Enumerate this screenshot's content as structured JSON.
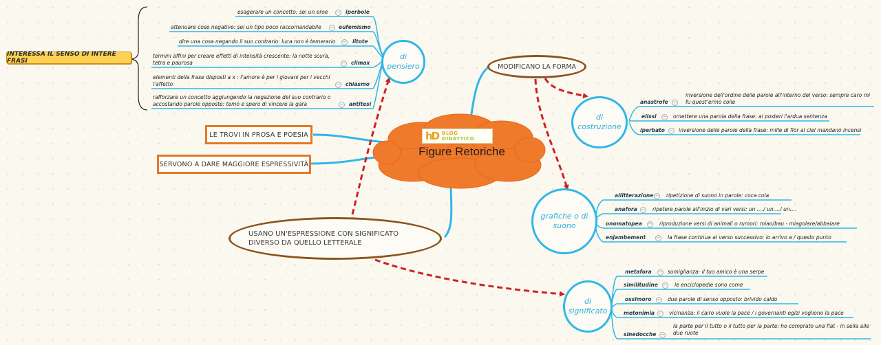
{
  "center": {
    "title": "Figure Retoriche",
    "logo_mark": "hD",
    "logo_line1": "BLOG",
    "logo_line2": "DIDATTICO"
  },
  "nodes": {
    "di_pensiero": "di pensiero",
    "modificano_forma": "MODIFICANO LA FORMA",
    "di_costruzione": "di costruzione",
    "grafiche_suono": "grafiche o di suono",
    "di_significato": "di significato",
    "usano": "USANO UN'ESPRESSIONE CON SIGNIFICATO DIVERSO DA QUELLO LETTERALE",
    "prosa_poesia": "LE TROVI IN PROSA E POESIA",
    "espressivita": "SERVONO A DARE MAGGIORE ESPRESSIVITÀ",
    "interessa": "INTERESSA IL SENSO DI INTERE FRASI"
  },
  "pensiero_items": [
    {
      "term": "iperbole",
      "desc": "esagerare un concetto: sei un eroe"
    },
    {
      "term": "eufemismo",
      "desc": "attenuare cose negative: sei un tipo poco raccomandabile"
    },
    {
      "term": "litote",
      "desc": "dire una cosa negando il suo contrario: luca non è temerario"
    },
    {
      "term": "climax",
      "desc": "termini affini per creare effetti di intensità crescente: la notte scura, tetra e paurosa"
    },
    {
      "term": "chiasmo",
      "desc": "elementi della frase disposti a x : l'amore è per i giovani per i  vecchi l'affetto"
    },
    {
      "term": "antitesi",
      "desc": "rafforzare un concetto aggiungendo la negazione del suo contrario o accostando parole opposte: temo e spero di vincere la gara"
    }
  ],
  "costruzione_items": [
    {
      "term": "anastrofe",
      "desc": "inversione dell'ordine delle parole all'interno del verso: sempre caro mi fu quest'ermo colle"
    },
    {
      "term": "elissi",
      "desc": "omettere una parola della frase: ai posteri l'ardua sentenza"
    },
    {
      "term": "iperbato",
      "desc": "inversione delle parole della frase: mille di fior al ciel mandano incensi"
    }
  ],
  "suono_items": [
    {
      "term": "allitterazione",
      "desc": "ripetizione di suono in parole: coca cola"
    },
    {
      "term": "anafora",
      "desc": "ripetere parole all'inizio di vari versi:    un ..../ un..../ un...."
    },
    {
      "term": "onomatopea",
      "desc": "riproduzione versi di animali o rumori: miao/bau - miagolare/abbaiare"
    },
    {
      "term": "enjambement",
      "desc": "la frase continua al verso successivo: io arrivo a / questo punto"
    }
  ],
  "significato_items": [
    {
      "term": "metafora",
      "desc": "somiglianza: il tuo amico è una serpe"
    },
    {
      "term": "similitudine",
      "desc": "le enciclopedie sono come"
    },
    {
      "term": "ossimoro",
      "desc": "due parole di senso opposto: brivido caldo"
    },
    {
      "term": "metonimia",
      "desc": "vicinanza: il cairo vuole la pace / i governanti egizi vogliono la pace"
    },
    {
      "term": "sinedocche",
      "desc": "la parte per il tutto o il tutto per la parte: ho comprato una fiat - in sella alle due ruote"
    }
  ],
  "icons": {
    "collapse": "minus-icon"
  },
  "colors": {
    "circle_border": "#2fb7e8",
    "oval_border": "#8a5520",
    "box_border": "#e07a2a",
    "arrow": "#cc2222",
    "cloud": "#f07a2c",
    "callout": "#fbd253"
  }
}
